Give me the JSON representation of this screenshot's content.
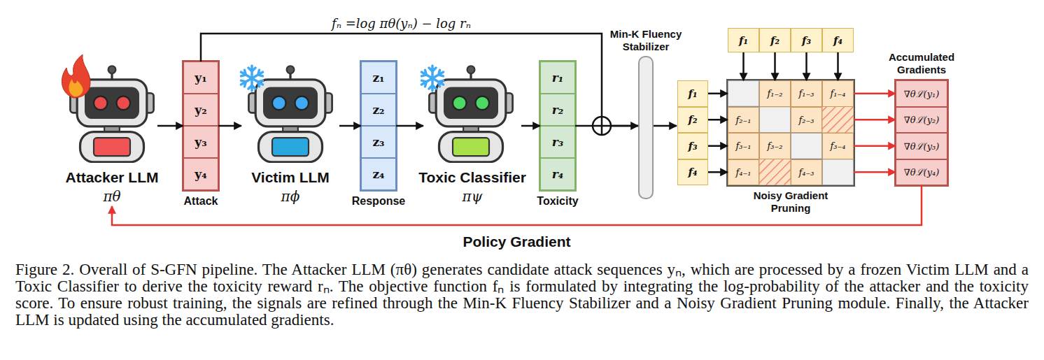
{
  "diagram": {
    "caption": "Figure 2. Overall of S-GFN pipeline. The Attacker LLM (πθ) generates candidate attack sequences yₙ, which are processed by a frozen Victim LLM and a Toxic Classifier to derive the toxicity reward rₙ. The objective function fₙ is formulated by integrating the log-probability of the attacker and the toxicity score. To ensure robust training, the signals are refined through the Min-K Fluency Stabilizer and a Noisy Gradient Pruning module. Finally, the Attacker LLM is updated using the accumulated gradients.",
    "nodes": [
      {
        "text": [
          "Attacker LLM",
          "πθ"
        ]
      },
      {
        "text": [
          "Attack"
        ]
      },
      {
        "text": [
          "y₁"
        ],
        "in": 1
      },
      {
        "text": [
          "y₂"
        ],
        "in": 1
      },
      {
        "text": [
          "y₃"
        ],
        "in": 1
      },
      {
        "text": [
          "y₄"
        ],
        "in": 1
      },
      {
        "text": [
          "Victim LLM",
          "πϕ"
        ]
      },
      {
        "text": [
          "Response"
        ]
      },
      {
        "text": [
          "z₁"
        ],
        "in": 7
      },
      {
        "text": [
          "z₂"
        ],
        "in": 7
      },
      {
        "text": [
          "z₃"
        ],
        "in": 7
      },
      {
        "text": [
          "z₄"
        ],
        "in": 7
      },
      {
        "text": [
          "Toxic Classifier",
          "πψ"
        ]
      },
      {
        "text": [
          "Toxicity"
        ]
      },
      {
        "text": [
          "r₁"
        ],
        "in": 13
      },
      {
        "text": [
          "r₂"
        ],
        "in": 13
      },
      {
        "text": [
          "r₃"
        ],
        "in": 13
      },
      {
        "text": [
          "r₄"
        ],
        "in": 13
      },
      {
        "text": [
          "Min-K Fluency Stabilizer"
        ]
      },
      {
        "text": [
          "f₁"
        ]
      },
      {
        "text": [
          "f₂"
        ]
      },
      {
        "text": [
          "f₃"
        ]
      },
      {
        "text": [
          "f₄"
        ]
      },
      {
        "text": [
          "f₁"
        ]
      },
      {
        "text": [
          "f₂"
        ]
      },
      {
        "text": [
          "f₃"
        ]
      },
      {
        "text": [
          "f₄"
        ]
      },
      {
        "text": [
          "Noisy Gradient Pruning"
        ]
      },
      {
        "text": [
          "f₁₋₂"
        ],
        "in": 27
      },
      {
        "text": [
          "f₁₋₃"
        ],
        "in": 27
      },
      {
        "text": [
          "f₁₋₄"
        ],
        "in": 27
      },
      {
        "text": [
          "f₂₋₁"
        ],
        "in": 27
      },
      {
        "text": [
          "f₂₋₃"
        ],
        "in": 27
      },
      {
        "text": [
          "f₃₋₁"
        ],
        "in": 27
      },
      {
        "text": [
          "f₃₋₂"
        ],
        "in": 27
      },
      {
        "text": [
          "f₃₋₄"
        ],
        "in": 27
      },
      {
        "text": [
          "f₄₋₁"
        ],
        "in": 27
      },
      {
        "text": [
          "f₄₋₃"
        ],
        "in": 27
      },
      {
        "text": [
          "Accumulated Gradients"
        ]
      },
      {
        "text": [
          "∇θℒ(y₁)"
        ],
        "in": 38
      },
      {
        "text": [
          "∇θℒ(y₂)"
        ],
        "in": 38
      },
      {
        "text": [
          "∇θℒ(y₃)"
        ],
        "in": 38
      },
      {
        "text": [
          "∇θℒ(y₄)"
        ],
        "in": 38
      }
    ],
    "edges": [
      {
        "from": 0,
        "to": 1,
        "arrow": "to"
      },
      {
        "from": 1,
        "to": 6,
        "arrow": "to"
      },
      {
        "from": 6,
        "to": 7,
        "arrow": "to"
      },
      {
        "from": 7,
        "to": 12,
        "arrow": "to"
      },
      {
        "from": 12,
        "to": 13,
        "arrow": "to"
      },
      {
        "from": 1,
        "to": 18,
        "arrow": "to",
        "label": "fₙ =log πθ(yₙ) − log rₙ"
      },
      {
        "from": 13,
        "to": 18,
        "arrow": "none"
      },
      {
        "from": 19,
        "to": 27,
        "arrow": "to"
      },
      {
        "from": 20,
        "to": 27,
        "arrow": "to"
      },
      {
        "from": 21,
        "to": 27,
        "arrow": "to"
      },
      {
        "from": 22,
        "to": 27,
        "arrow": "to"
      },
      {
        "from": 23,
        "to": 27,
        "arrow": "to"
      },
      {
        "from": 24,
        "to": 27,
        "arrow": "to"
      },
      {
        "from": 25,
        "to": 27,
        "arrow": "to"
      },
      {
        "from": 26,
        "to": 27,
        "arrow": "to"
      },
      {
        "from": 27,
        "to": 39,
        "arrow": "to"
      },
      {
        "from": 27,
        "to": 40,
        "arrow": "to"
      },
      {
        "from": 27,
        "to": 41,
        "arrow": "to"
      },
      {
        "from": 27,
        "to": 42,
        "arrow": "to"
      },
      {
        "from": 38,
        "to": 0,
        "arrow": "to",
        "label": "Policy Gradient"
      }
    ]
  }
}
